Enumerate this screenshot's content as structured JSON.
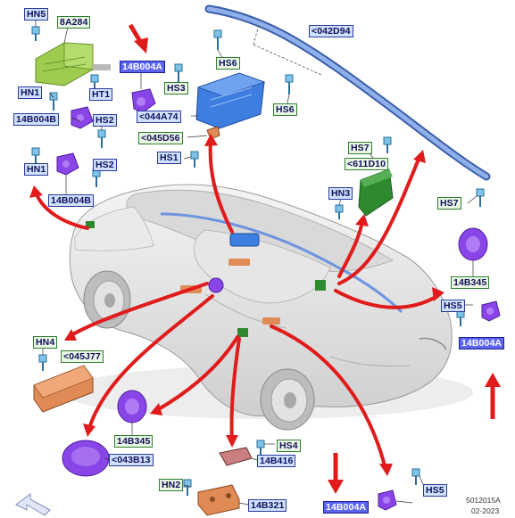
{
  "labels": {
    "HN5": "HN5",
    "p8A284": "8A284",
    "p14B004A_top": "14B004A",
    "HS3": "HS3",
    "HS6_a": "HS6",
    "p042D94": "<042D94",
    "HN1_top": "HN1",
    "HT1": "HT1",
    "p14B004B_left": "14B004B",
    "HS2_a": "HS2",
    "p044A74": "<044A74",
    "HS6_b": "HS6",
    "p045D56": "<045D56",
    "HS1": "HS1",
    "HN1_b": "HN1",
    "HS2_b": "HS2",
    "p14B004B_b": "14B004B",
    "HS7_a": "HS7",
    "p611D10": "<611D10",
    "HN3": "HN3",
    "HS7_b": "HS7",
    "p14B345_r": "14B345",
    "HS5_r": "HS5",
    "p14B004A_r": "14B004A",
    "HN4": "HN4",
    "p045J77": "<045J77",
    "p14B345_b": "14B345",
    "p043B13": "<043B13",
    "HS4": "HS4",
    "p14B416": "14B416",
    "HN2": "HN2",
    "p14B321": "14B321",
    "p14B004A_b": "14B004A",
    "HS5_b": "HS5"
  },
  "footer": {
    "code": "5012015A",
    "date": "02-2023"
  },
  "colors": {
    "arrow": "#e01b1b",
    "airbag_blue": "#3d7ee0",
    "module_purple": "#8a45e8",
    "curtain_blue": "#6d94e0",
    "sensor_green": "#8fbf42",
    "orange_module": "#e08a55",
    "dark_green": "#2e8a2e",
    "label_green_bg": "#eaf7e4",
    "label_blue_bg": "#cfe1ff",
    "label_highlight_bg": "#5b64f5"
  },
  "icons": [
    "direction-arrow-icon"
  ]
}
